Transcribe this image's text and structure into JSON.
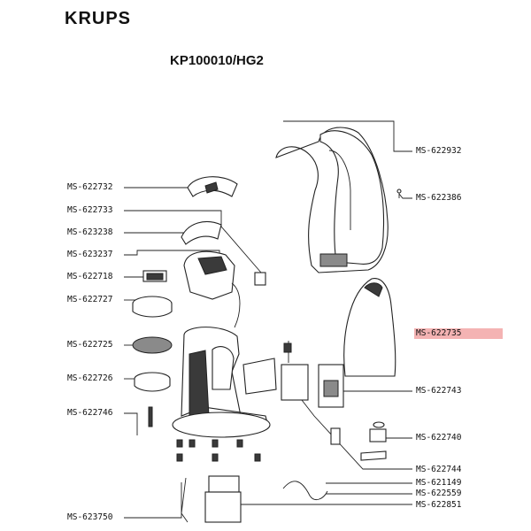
{
  "header": {
    "brand": "KRUPS",
    "model": "KP100010/HG2"
  },
  "parts": {
    "p622932": "MS-622932",
    "p622386": "MS-622386",
    "p622732": "MS-622732",
    "p622733": "MS-622733",
    "p623238": "MS-623238",
    "p623237": "MS-623237",
    "p622718": "MS-622718",
    "p622727": "MS-622727",
    "p622735": "MS-622735",
    "p622725": "MS-622725",
    "p622726": "MS-622726",
    "p622743": "MS-622743",
    "p622746": "MS-622746",
    "p622740": "MS-622740",
    "p622744": "MS-622744",
    "p621149": "MS-621149",
    "p622559": "MS-622559",
    "p622851": "MS-622851",
    "p623750": "MS-623750"
  },
  "colors": {
    "highlight": "#f4b3b3",
    "line": "#222222"
  }
}
